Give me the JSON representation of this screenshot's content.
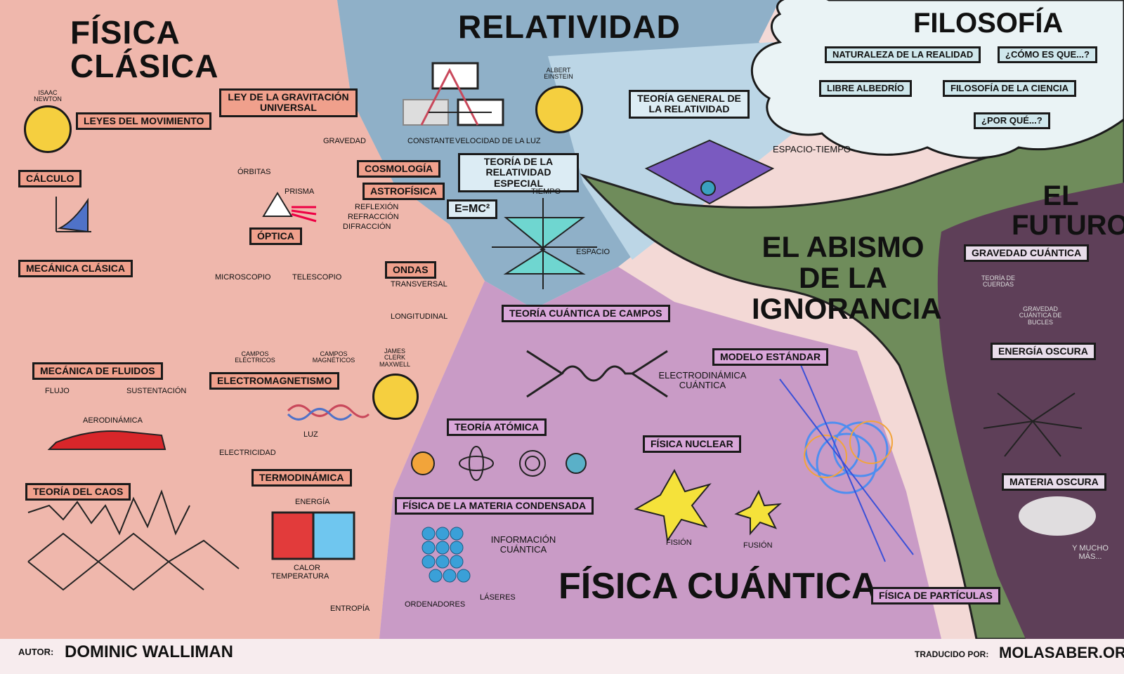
{
  "regions": {
    "classical": "FÍSICA CLÁSICA",
    "relativity": "RELATIVIDAD",
    "philosophy": "FILOSOFÍA",
    "future": "EL FUTURO",
    "abyss": "EL ABISMO DE LA IGNORANCIA",
    "quantum": "FÍSICA CUÁNTICA"
  },
  "classical": {
    "newton": "ISAAC NEWTON",
    "boxes": {
      "laws": "LEYES DEL MOVIMIENTO",
      "gravitation": "LEY DE LA GRAVITACIÓN UNIVERSAL",
      "calculus": "CÁLCULO",
      "mechanics": "MECÁNICA CLÁSICA",
      "fluids": "MECÁNICA DE FLUIDOS",
      "chaos": "TEORÍA DEL CAOS",
      "optics": "ÓPTICA",
      "electromagnetism": "ELECTROMAGNETISMO",
      "thermo": "TERMODINÁMICA",
      "cosmology": "COSMOLOGÍA",
      "astrophysics": "ASTROFÍSICA",
      "waves": "ONDAS"
    },
    "labels": {
      "gravity": "GRAVEDAD",
      "orbits": "ÓRBITAS",
      "prism": "PRISMA",
      "reflection": "REFLEXIÓN",
      "refraction": "REFRACCIÓN",
      "diffraction": "DIFRACCIÓN",
      "microscope": "MICROSCOPIO",
      "telescope": "TELESCOPIO",
      "electric_fields": "CAMPOS ELÉCTRICOS",
      "magnetic_fields": "CAMPOS MAGNÉTICOS",
      "flow": "FLUJO",
      "lift": "SUSTENTACIÓN",
      "aero": "AERODINÁMICA",
      "electricity": "ELECTRICIDAD",
      "light": "LUZ",
      "energy": "ENERGÍA",
      "heat": "CALOR",
      "temperature": "TEMPERATURA",
      "entropy": "ENTROPÍA",
      "transversal": "TRANSVERSAL",
      "longitudinal": "LONGITUDINAL",
      "maxwell": "JAMES CLERK MAXWELL"
    }
  },
  "relativity": {
    "einstein": "ALBERT EINSTEIN",
    "constant": "CONSTANTE",
    "speed_light": "VELOCIDAD DE LA LUZ",
    "general": "TEORÍA GENERAL DE LA RELATIVIDAD",
    "special": "TEORÍA DE LA RELATIVIDAD ESPECIAL",
    "formula": "E=mc²",
    "time": "TIEMPO",
    "space": "ESPACIO",
    "spacetime": "ESPACIO-TIEMPO"
  },
  "philosophy": {
    "items": [
      "NATURALEZA DE LA REALIDAD",
      "¿CÓMO ES QUE...?",
      "LIBRE ALBEDRÍO",
      "FILOSOFÍA DE LA CIENCIA",
      "¿POR QUÉ...?"
    ]
  },
  "future": {
    "quantum_gravity": "GRAVEDAD CUÁNTICA",
    "strings": "TEORÍA DE CUERDAS",
    "loops": "GRAVEDAD CUÁNTICA DE BUCLES",
    "dark_energy": "ENERGÍA OSCURA",
    "dark_matter": "MATERIA OSCURA",
    "more": "Y MUCHO MÁS..."
  },
  "quantum": {
    "qft": "TEORÍA CUÁNTICA DE CAMPOS",
    "qed": "ELECTRODINÁMICA CUÁNTICA",
    "standard_model": "MODELO ESTÁNDAR",
    "atomic": "TEORÍA ATÓMICA",
    "nuclear": "FÍSICA NUCLEAR",
    "condensed": "FÍSICA DE LA MATERIA CONDENSADA",
    "quantum_info": "INFORMACIÓN CUÁNTICA",
    "computers": "ORDENADORES",
    "lasers": "LÁSERES",
    "fission": "FISIÓN",
    "fusion": "FUSIÓN",
    "particle": "FÍSICA DE PARTÍCULAS"
  },
  "footer": {
    "author_prefix": "AUTOR:",
    "author": "DOMINIC WALLIMAN",
    "translated_prefix": "TRADUCIDO POR:",
    "translator": "MOLASABER.ORG"
  },
  "colors": {
    "classical": "#efb7ac",
    "relativity": "#8fb0c8",
    "relativity_light": "#bcd6e6",
    "philosophy": "#eaf3f5",
    "future": "#5e3f58",
    "abyss": "#6f8c5b",
    "quantum": "#c99bc6"
  }
}
